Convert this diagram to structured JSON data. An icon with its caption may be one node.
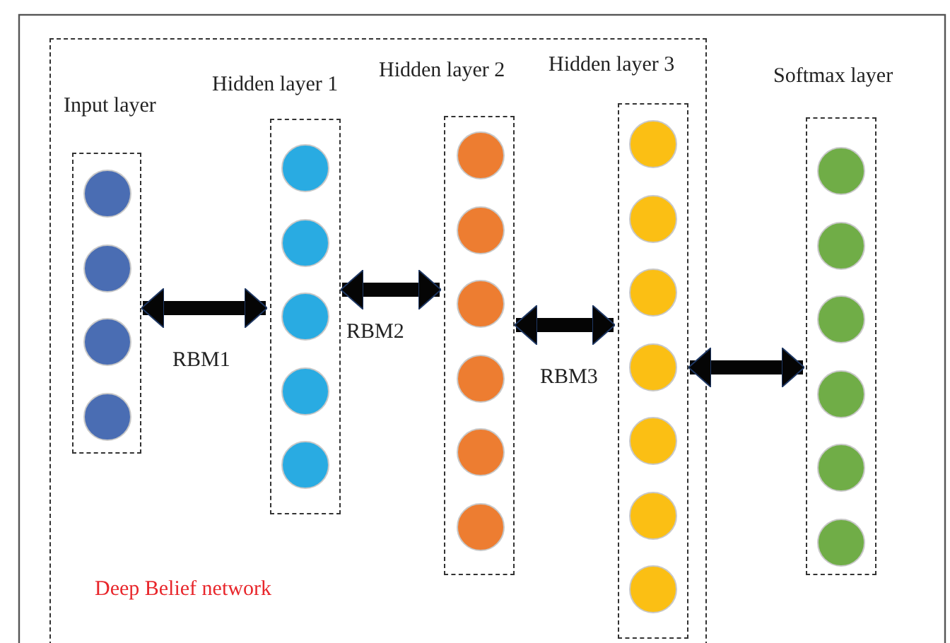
{
  "diagram": {
    "nodes": [
      {
        "text": [
          "Deep Belief network"
        ]
      },
      {
        "text": [
          "Input layer"
        ],
        "in": 0
      },
      {
        "text": [],
        "shape": "circle",
        "in": 1
      },
      {
        "text": [],
        "shape": "circle",
        "in": 1
      },
      {
        "text": [],
        "shape": "circle",
        "in": 1
      },
      {
        "text": [],
        "shape": "circle",
        "in": 1
      },
      {
        "text": [
          "Hidden layer 1"
        ],
        "in": 0
      },
      {
        "text": [],
        "shape": "circle",
        "in": 6
      },
      {
        "text": [],
        "shape": "circle",
        "in": 6
      },
      {
        "text": [],
        "shape": "circle",
        "in": 6
      },
      {
        "text": [],
        "shape": "circle",
        "in": 6
      },
      {
        "text": [],
        "shape": "circle",
        "in": 6
      },
      {
        "text": [
          "Hidden layer 2"
        ],
        "in": 0
      },
      {
        "text": [],
        "shape": "circle",
        "in": 12
      },
      {
        "text": [],
        "shape": "circle",
        "in": 12
      },
      {
        "text": [],
        "shape": "circle",
        "in": 12
      },
      {
        "text": [],
        "shape": "circle",
        "in": 12
      },
      {
        "text": [],
        "shape": "circle",
        "in": 12
      },
      {
        "text": [],
        "shape": "circle",
        "in": 12
      },
      {
        "text": [
          "Hidden layer 3"
        ],
        "in": 0
      },
      {
        "text": [],
        "shape": "circle",
        "in": 19
      },
      {
        "text": [],
        "shape": "circle",
        "in": 19
      },
      {
        "text": [],
        "shape": "circle",
        "in": 19
      },
      {
        "text": [],
        "shape": "circle",
        "in": 19
      },
      {
        "text": [],
        "shape": "circle",
        "in": 19
      },
      {
        "text": [],
        "shape": "circle",
        "in": 19
      },
      {
        "text": [],
        "shape": "circle",
        "in": 19
      },
      {
        "text": [
          "Softmax layer"
        ]
      },
      {
        "text": [],
        "shape": "circle",
        "in": 27
      },
      {
        "text": [],
        "shape": "circle",
        "in": 27
      },
      {
        "text": [],
        "shape": "circle",
        "in": 27
      },
      {
        "text": [],
        "shape": "circle",
        "in": 27
      },
      {
        "text": [],
        "shape": "circle",
        "in": 27
      },
      {
        "text": [],
        "shape": "circle",
        "in": 27
      }
    ],
    "edges": [
      {
        "from": 1,
        "to": 6,
        "arrow": "both",
        "label": "RBM1"
      },
      {
        "from": 6,
        "to": 12,
        "arrow": "both",
        "label": "RBM2"
      },
      {
        "from": 12,
        "to": 19,
        "arrow": "both",
        "label": "RBM3"
      },
      {
        "from": 19,
        "to": 27,
        "arrow": "both"
      }
    ]
  }
}
